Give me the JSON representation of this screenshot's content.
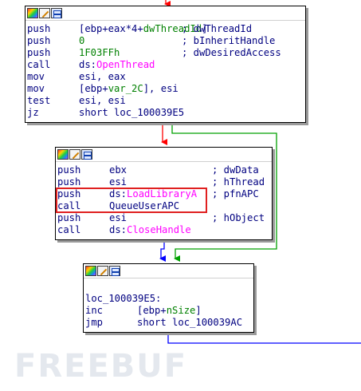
{
  "node1": {
    "lines": [
      {
        "mn": "push",
        "ops": [
          {
            "t": "[ebp+eax*4+",
            "c": "op"
          },
          {
            "t": "dwThreadId",
            "c": "var"
          },
          {
            "t": "]",
            "c": "op"
          }
        ],
        "cmt": "; dwThreadId"
      },
      {
        "mn": "push",
        "ops": [
          {
            "t": "0",
            "c": "num"
          }
        ],
        "cmt": "; bInheritHandle"
      },
      {
        "mn": "push",
        "ops": [
          {
            "t": "1F03FFh",
            "c": "num"
          }
        ],
        "cmt": "; dwDesiredAccess"
      },
      {
        "mn": "call",
        "ops": [
          {
            "t": "ds:",
            "c": "op"
          },
          {
            "t": "OpenThread",
            "c": "api"
          }
        ],
        "cmt": ""
      },
      {
        "mn": "mov",
        "ops": [
          {
            "t": "esi, eax",
            "c": "op"
          }
        ],
        "cmt": ""
      },
      {
        "mn": "mov",
        "ops": [
          {
            "t": "[ebp+",
            "c": "op"
          },
          {
            "t": "var_2C",
            "c": "var"
          },
          {
            "t": "], esi",
            "c": "op"
          }
        ],
        "cmt": ""
      },
      {
        "mn": "test",
        "ops": [
          {
            "t": "esi, esi",
            "c": "op"
          }
        ],
        "cmt": ""
      },
      {
        "mn": "jz",
        "ops": [
          {
            "t": "short loc_100039E5",
            "c": "op"
          }
        ],
        "cmt": ""
      }
    ]
  },
  "node2": {
    "lines": [
      {
        "mn": "push",
        "ops": [
          {
            "t": "ebx",
            "c": "op"
          }
        ],
        "cmt": "; dwData"
      },
      {
        "mn": "push",
        "ops": [
          {
            "t": "esi",
            "c": "op"
          }
        ],
        "cmt": "; hThread"
      },
      {
        "mn": "push",
        "ops": [
          {
            "t": "ds:",
            "c": "op"
          },
          {
            "t": "LoadLibraryA",
            "c": "api"
          }
        ],
        "cmt": "; pfnAPC"
      },
      {
        "mn": "call",
        "ops": [
          {
            "t": "QueueUserAPC",
            "c": "op"
          }
        ],
        "cmt": ""
      },
      {
        "mn": "push",
        "ops": [
          {
            "t": "esi",
            "c": "op"
          }
        ],
        "cmt": "; hObject"
      },
      {
        "mn": "call",
        "ops": [
          {
            "t": "ds:",
            "c": "op"
          },
          {
            "t": "CloseHandle",
            "c": "api"
          }
        ],
        "cmt": ""
      }
    ]
  },
  "node3": {
    "label": "loc_100039E5:",
    "lines": [
      {
        "mn": "inc",
        "ops": [
          {
            "t": "[ebp+",
            "c": "op"
          },
          {
            "t": "nSize",
            "c": "var"
          },
          {
            "t": "]",
            "c": "op"
          }
        ],
        "cmt": ""
      },
      {
        "mn": "jmp",
        "ops": [
          {
            "t": "short loc_100039AC",
            "c": "op"
          }
        ],
        "cmt": ""
      }
    ]
  },
  "watermark": "FREEBUF",
  "colors": {
    "edge_true": "#00a000",
    "edge_false": "#ff0000",
    "edge_uncond": "#0000ff",
    "highlight": "#e02020",
    "api": "#ff00ff",
    "text": "#000080",
    "var": "#008000"
  }
}
